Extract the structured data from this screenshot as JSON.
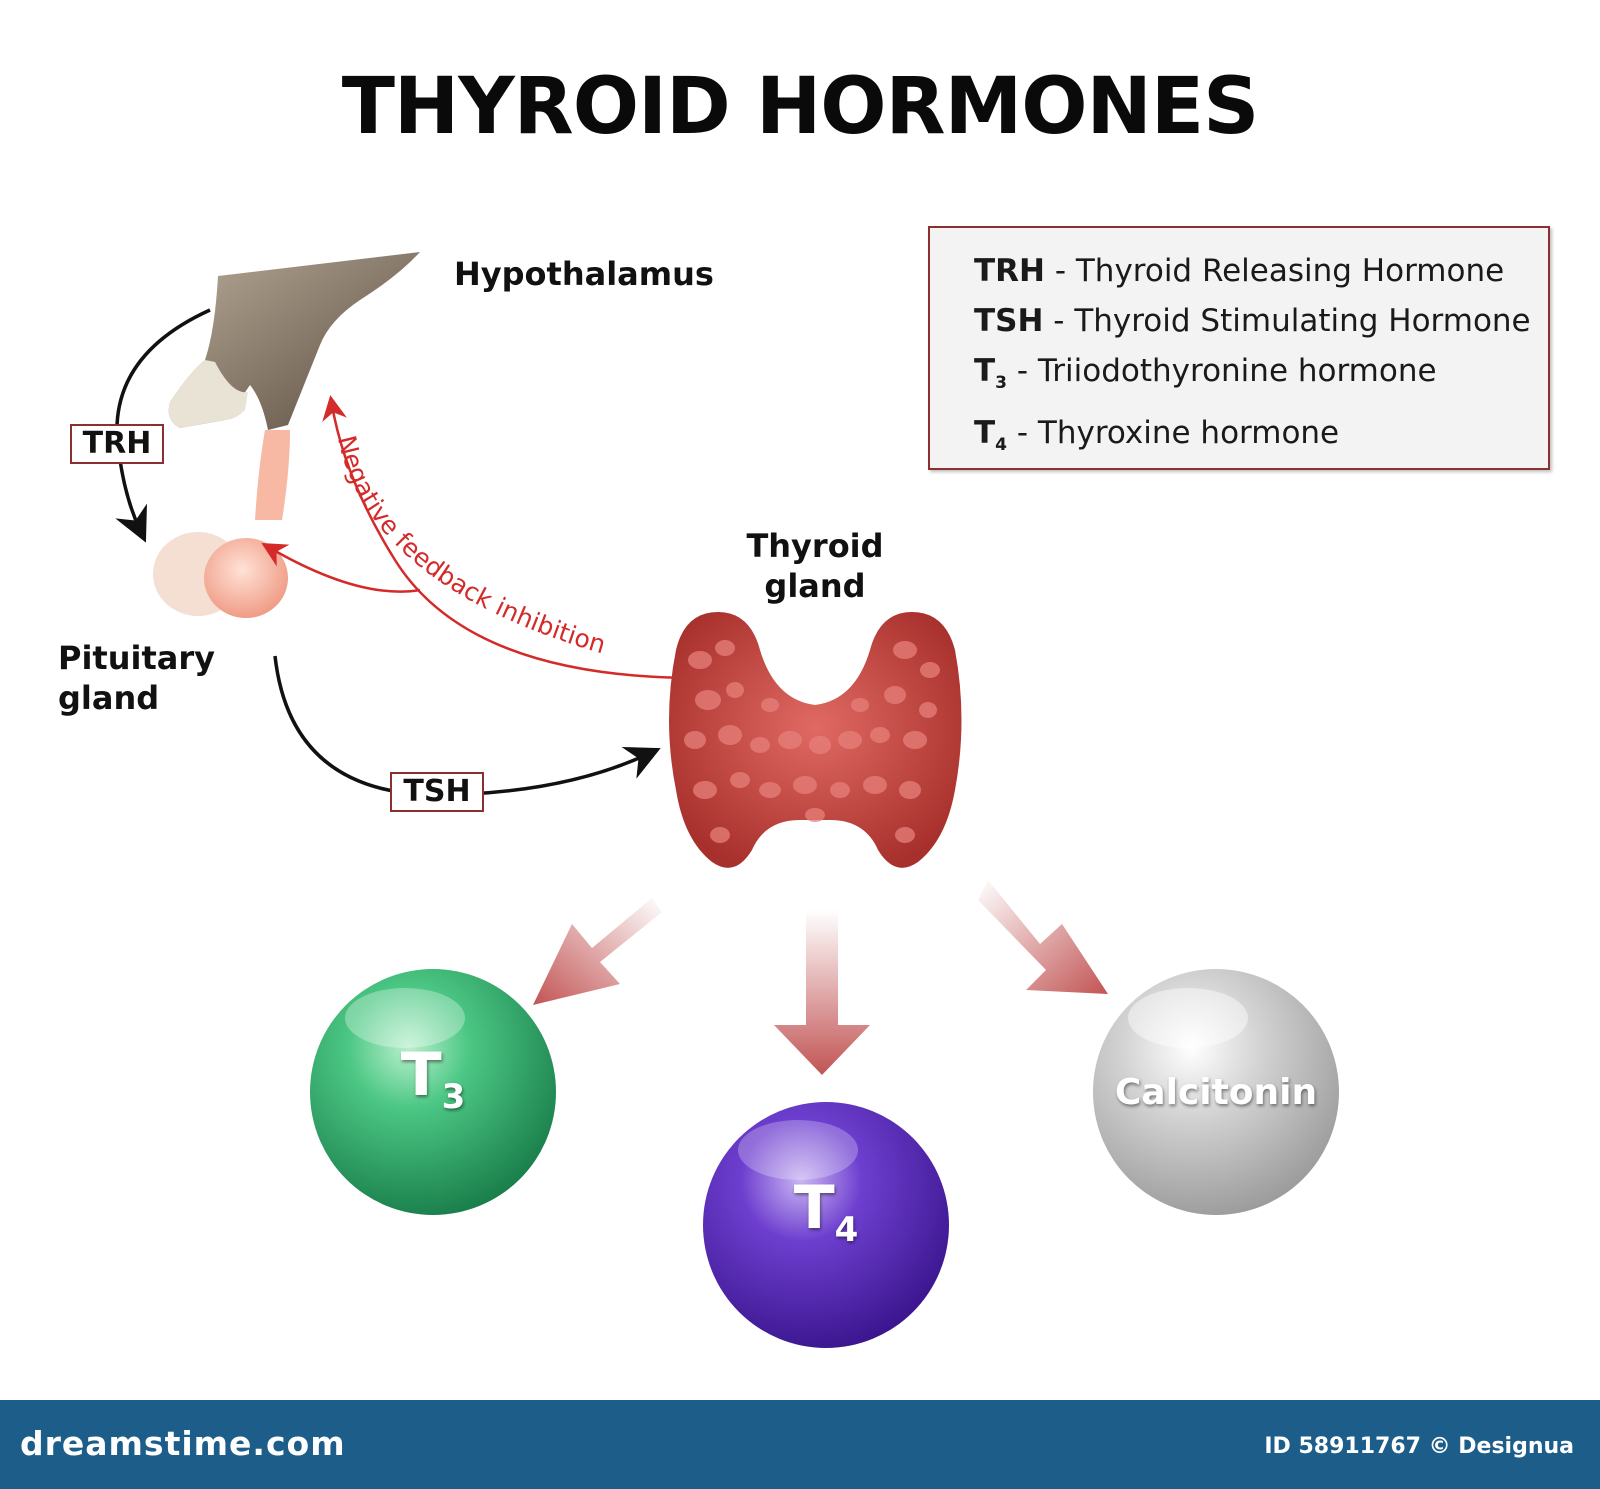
{
  "title": "THYROID HORMONES",
  "labels": {
    "hypothalamus": "Hypothalamus",
    "pituitary_line1": "Pituitary",
    "pituitary_line2": "gland",
    "thyroid_line1": "Thyroid",
    "thyroid_line2": "gland",
    "feedback": "Negative feedback inhibition",
    "trh_tag": "TRH",
    "tsh_tag": "TSH"
  },
  "legend": [
    {
      "abbr": "TRH",
      "sub": "",
      "desc": " - Thyroid Releasing Hormone"
    },
    {
      "abbr": "TSH",
      "sub": "",
      "desc": " - Thyroid Stimulating Hormone"
    },
    {
      "abbr": "T",
      "sub": "3",
      "desc": " - Triiodothyronine hormone"
    },
    {
      "abbr": "T",
      "sub": "4",
      "desc": " - Thyroxine hormone"
    }
  ],
  "spheres": {
    "t3": {
      "main": "T",
      "sub": "3"
    },
    "t4": {
      "main": "T",
      "sub": "4"
    },
    "calcitonin": {
      "main": "Calcitonin"
    }
  },
  "colors": {
    "feedback_red": "#d42a2a",
    "arrow_dark_red": "#c25454",
    "t3_green": "#2ea866",
    "t4_purple": "#5a2ab8",
    "calcitonin_gray": "#c8c8c8",
    "thyroid_red": "#c9443f",
    "footer_blue": "#1c5e89"
  },
  "footer": {
    "brand": "dreamstime.com",
    "id_text": "ID 58911767 © Designua"
  }
}
